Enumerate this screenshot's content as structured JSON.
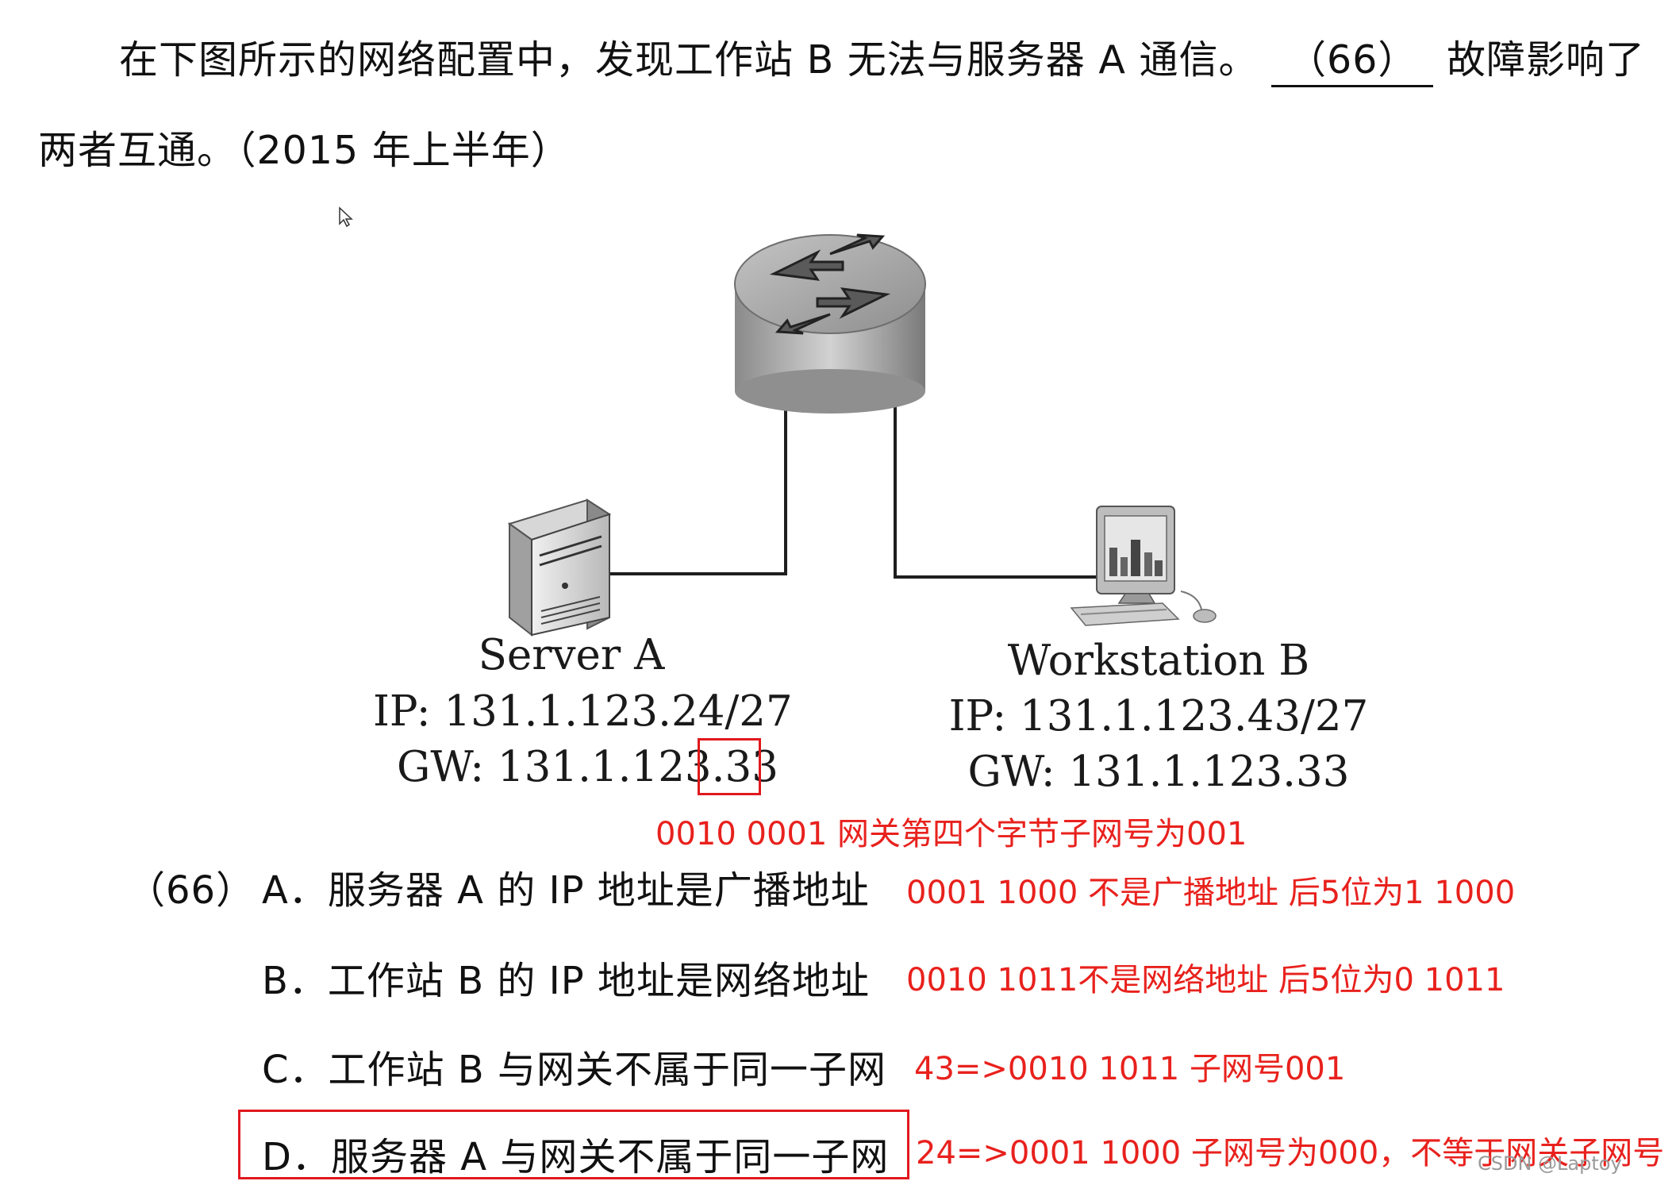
{
  "question": {
    "line1": "在下图所示的网络配置中，发现工作站 B 无法与服务器 A 通信。",
    "blank_label": "（66）",
    "line1_tail": "故障影响了",
    "line2": "两者互通。（2015 年上半年）"
  },
  "server": {
    "name": "Server A",
    "ip": "IP: 131.1.123.24/27",
    "gw_prefix": "GW: 131.1.123",
    "gw_highlight": ".33"
  },
  "workstation": {
    "name": "Workstation B",
    "ip": "IP: 131.1.123.43/27",
    "gw": "GW: 131.1.123.33"
  },
  "gateway_note": "0010 0001 网关第四个字节子网号为001",
  "options_label": "（66）",
  "options": [
    {
      "text": "A．服务器 A 的 IP 地址是广播地址",
      "note": "0001 1000 不是广播地址  后5位为1 1000"
    },
    {
      "text": "B．工作站 B 的 IP 地址是网络地址",
      "note": "0010 1011不是网络地址   后5位为0 1011"
    },
    {
      "text": "C．工作站 B 与网关不属于同一子网",
      "note": "43=>0010 1011 子网号001"
    },
    {
      "text": "D．服务器 A 与网关不属于同一子网",
      "note": "24=>0001 1000 子网号为000，不等于网关子网号"
    }
  ],
  "watermark": "CSDN @Laptoy",
  "colors": {
    "annotation": "#e8211d",
    "text": "#111111"
  }
}
